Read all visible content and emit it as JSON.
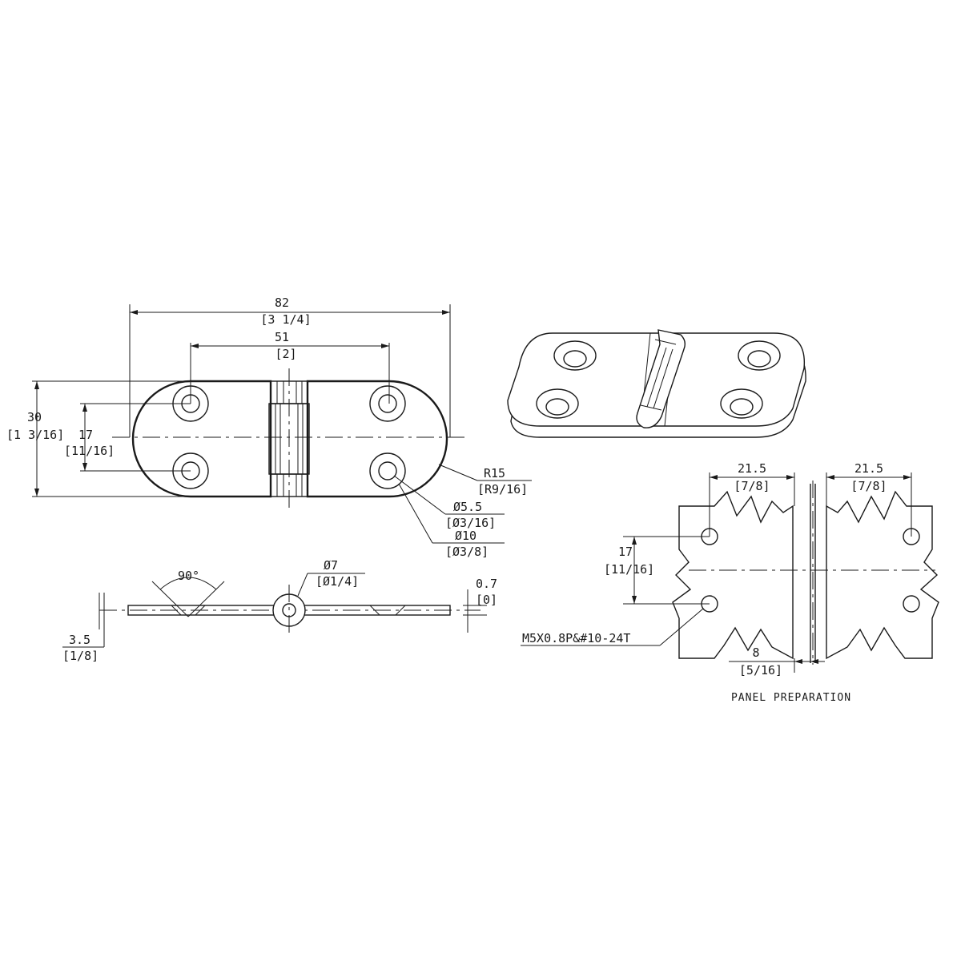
{
  "top_view": {
    "overall_length": "82",
    "overall_length_in": "[3 1/4]",
    "hole_spacing": "51",
    "hole_spacing_in": "[2]",
    "width": "30",
    "width_in": "[1 3/16]",
    "hole_pitch": "17",
    "hole_pitch_in": "[11/16]",
    "radius": "R15",
    "radius_in": "[R9/16]",
    "hole_dia": "Ø5.5",
    "hole_dia_in": "[Ø3/16]",
    "csk_dia": "Ø10",
    "csk_dia_in": "[Ø3/8]"
  },
  "side_view": {
    "angle": "90°",
    "pin_dia": "Ø7",
    "pin_dia_in": "[Ø1/4]",
    "leaf_thk": "0.7",
    "leaf_thk_in": "[0]",
    "total_thk": "3.5",
    "total_thk_in": "[1/8]"
  },
  "panel": {
    "left_offset": "21.5",
    "left_offset_in": "[7/8]",
    "right_offset": "21.5",
    "right_offset_in": "[7/8]",
    "pitch": "17",
    "pitch_in": "[11/16]",
    "gap": "8",
    "gap_in": "[5/16]",
    "thread": "M5X0.8P&#10-24T",
    "caption": "PANEL PREPARATION"
  }
}
